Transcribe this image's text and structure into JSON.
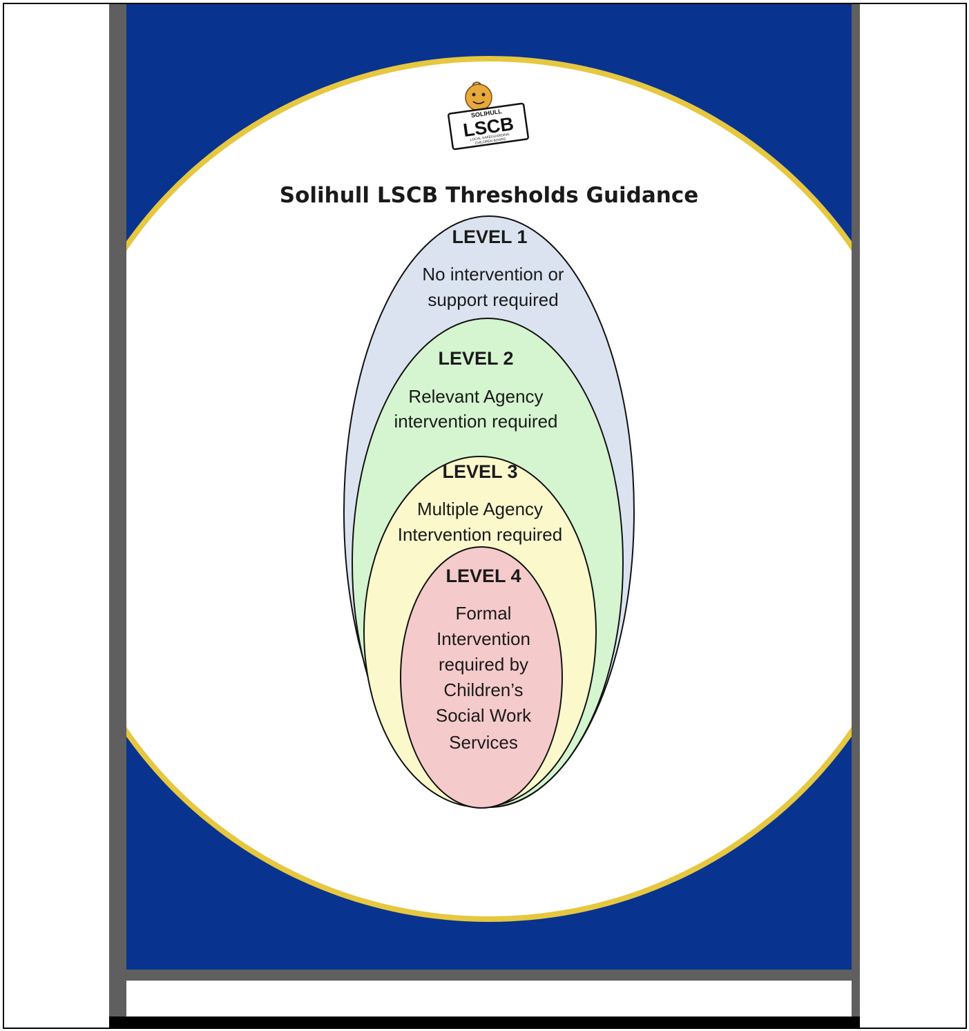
{
  "logo": {
    "top_text": "SOLIHULL",
    "main_text": "LSCB",
    "sub_line_1": "LOCAL SAFEGUARDING",
    "sub_line_2": "CHILDREN BOARD"
  },
  "title": "Solihull LSCB Thresholds Guidance",
  "levels": [
    {
      "heading": "LEVEL 1",
      "description_lines": [
        "No intervention or",
        "support required"
      ],
      "fill": "#dce3f0"
    },
    {
      "heading": "LEVEL 2",
      "description_lines": [
        "Relevant Agency",
        "intervention required"
      ],
      "fill": "#d4f5cf"
    },
    {
      "heading": "LEVEL 3",
      "description_lines": [
        "Multiple Agency",
        "Intervention required"
      ],
      "fill": "#fbf8cc"
    },
    {
      "heading": "LEVEL 4",
      "description_lines": [
        "Formal",
        "Intervention",
        "required by",
        "Children’s",
        "Social Work",
        "Services"
      ],
      "fill": "#f5caca"
    }
  ],
  "colors": {
    "band_blue": "#08338f",
    "gold_ring": "#e6c740",
    "side_rail": "#5f5f5f",
    "outline": "#111111"
  }
}
